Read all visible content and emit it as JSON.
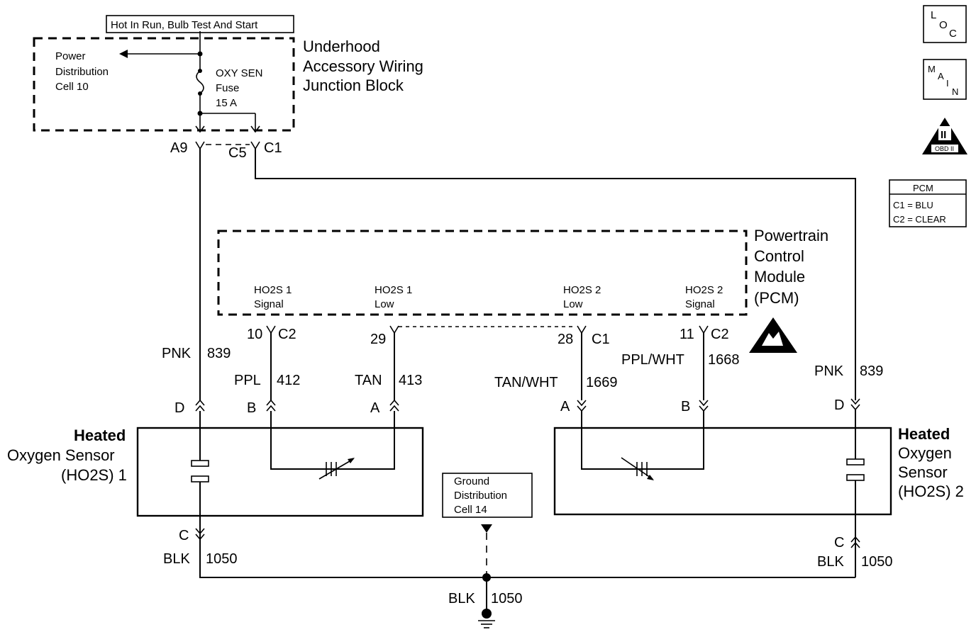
{
  "top_label": "Hot In Run, Bulb Test And Start",
  "junction_block": {
    "title_lines": [
      "Underhood",
      "Accessory Wiring",
      "Junction Block"
    ],
    "power_dist_lines": [
      "Power",
      "Distribution",
      "Cell 10"
    ],
    "fuse_lines": [
      "OXY SEN",
      "Fuse",
      "15 A"
    ],
    "pin_a9": "A9",
    "pin_c5": "C5",
    "pin_c1": "C1"
  },
  "side_icons": {
    "loc": [
      "L",
      "O",
      "C"
    ],
    "main": [
      "M",
      "A",
      "I",
      "N"
    ],
    "obd_numeral": "II",
    "obd_text": "OBD II"
  },
  "pcm_legend": {
    "title": "PCM",
    "rows": [
      "C1 = BLU",
      "C2 = CLEAR"
    ]
  },
  "pcm": {
    "title_lines": [
      "Powertrain",
      "Control",
      "Module",
      "(PCM)"
    ],
    "terminals": [
      {
        "line1": "HO2S 1",
        "line2": "Signal",
        "pin": "10",
        "conn": "C2"
      },
      {
        "line1": "HO2S 1",
        "line2": "Low",
        "pin": "29",
        "conn": ""
      },
      {
        "line1": "HO2S 2",
        "line2": "Low",
        "pin": "28",
        "conn": "C1"
      },
      {
        "line1": "HO2S 2",
        "line2": "Signal",
        "pin": "11",
        "conn": "C2"
      }
    ]
  },
  "wires": {
    "pnk_left": {
      "color": "PNK",
      "circuit": "839"
    },
    "ppl": {
      "color": "PPL",
      "circuit": "412"
    },
    "tan": {
      "color": "TAN",
      "circuit": "413"
    },
    "tanwht": {
      "color": "TAN/WHT",
      "circuit": "1669"
    },
    "pplwht": {
      "color": "PPL/WHT",
      "circuit": "1668"
    },
    "pnk_right": {
      "color": "PNK",
      "circuit": "839"
    },
    "blk_left": {
      "color": "BLK",
      "circuit": "1050"
    },
    "blk_right": {
      "color": "BLK",
      "circuit": "1050"
    },
    "blk_center": {
      "color": "BLK",
      "circuit": "1050"
    }
  },
  "sensor1": {
    "label_lines": [
      "Heated",
      "Oxygen Sensor",
      "(HO2S) 1"
    ],
    "pins": {
      "d": "D",
      "b": "B",
      "a": "A",
      "c": "C"
    }
  },
  "sensor2": {
    "label_lines": [
      "Heated",
      "Oxygen",
      "Sensor",
      "(HO2S) 2"
    ],
    "pins": {
      "a": "A",
      "b": "B",
      "d": "D",
      "c": "C"
    }
  },
  "ground": {
    "label_lines": [
      "Ground",
      "Distribution",
      "Cell 14"
    ]
  }
}
